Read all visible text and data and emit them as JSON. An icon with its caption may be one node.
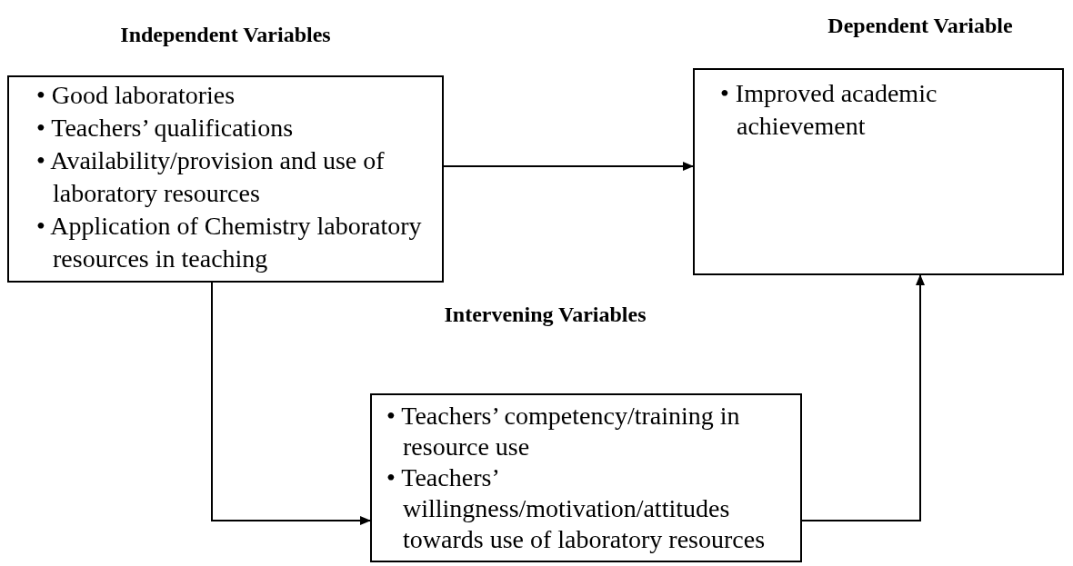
{
  "diagram": {
    "nodes": [
      {
        "text": [
          "Independent Variables",
          "• Good laboratories",
          "• Teachers’ qualifications",
          "• Availability/provision and use of laboratory resources",
          "• Application of Chemistry laboratory  resources in teaching"
        ]
      },
      {
        "text": [
          "Dependent Variable",
          "• Improved academic achievement"
        ]
      },
      {
        "text": [
          "Intervening Variables",
          "• Teachers’ competency/training in resource use",
          "• Teachers’ willingness/motivation/attitudes towards use of laboratory resources"
        ]
      }
    ],
    "edges": [
      {
        "from": 0,
        "to": 1,
        "arrow": "to"
      },
      {
        "from": 0,
        "to": 2,
        "arrow": "to"
      },
      {
        "from": 2,
        "to": 1,
        "arrow": "to"
      }
    ]
  }
}
